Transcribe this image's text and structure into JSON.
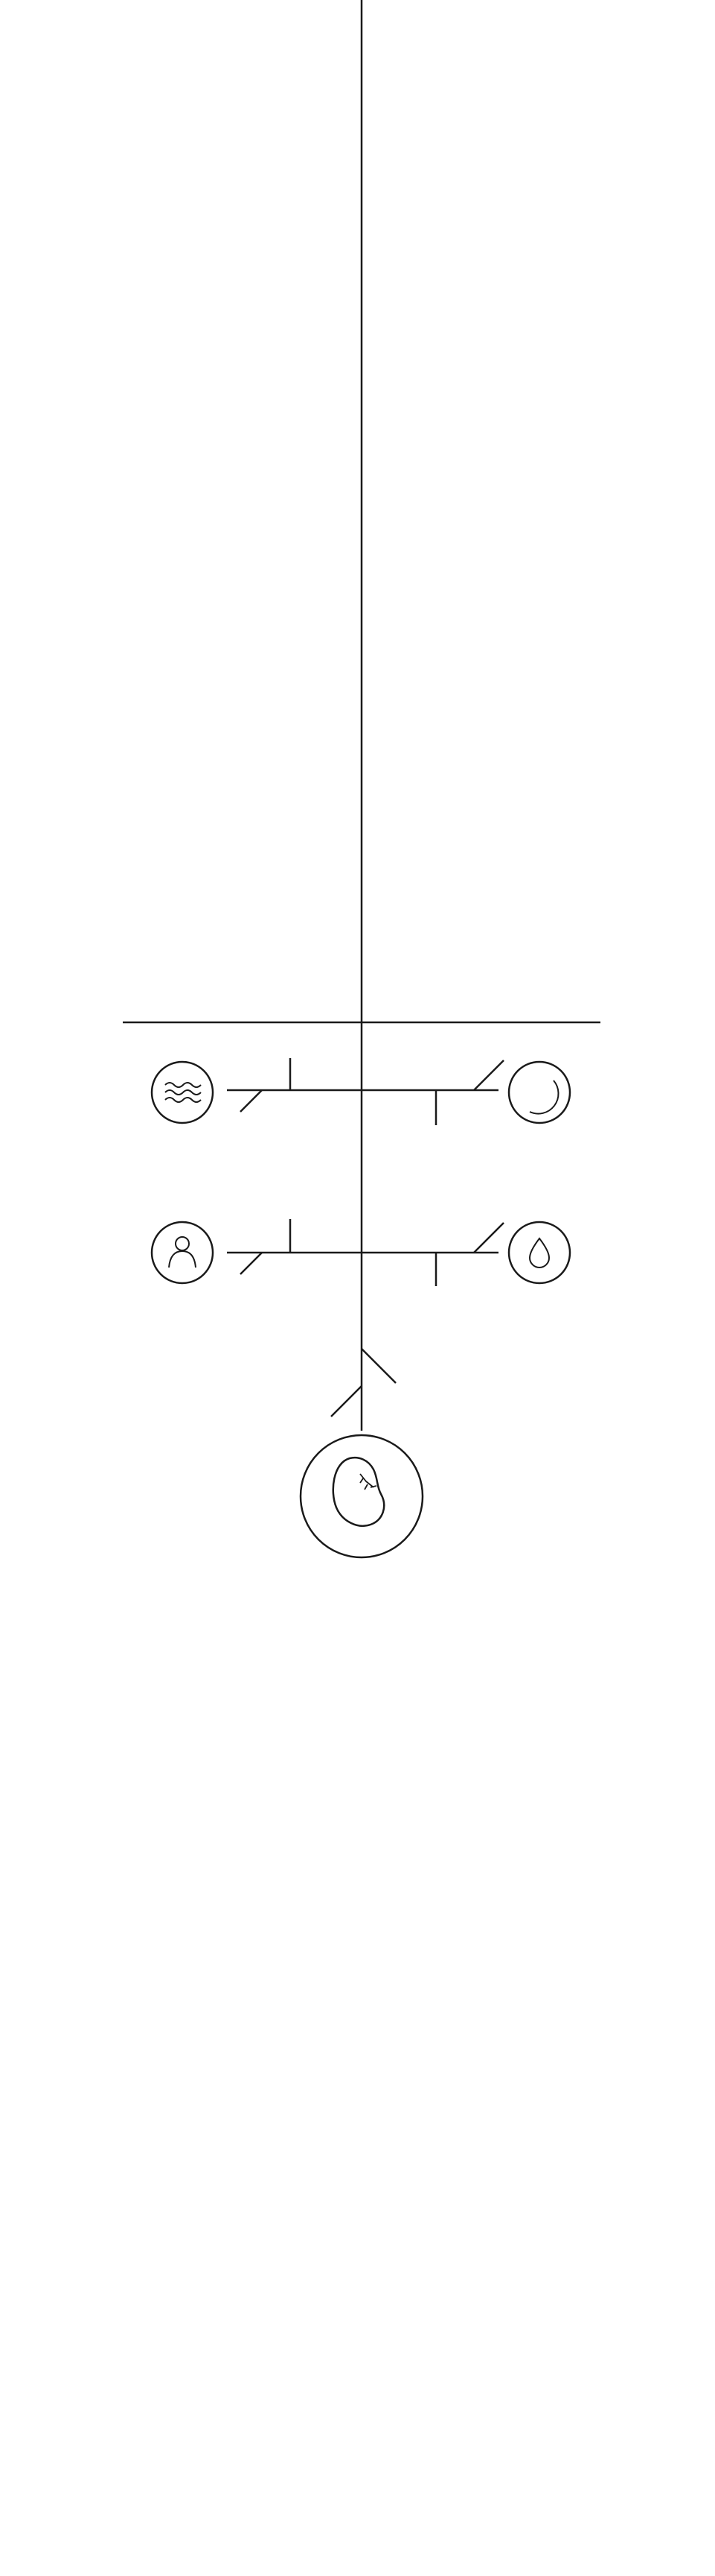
{
  "diagram": {
    "type": "line-diagram",
    "stroke_color": "#1a1a1a",
    "background_color": "#ffffff",
    "nodes": [
      {
        "id": "water",
        "icon": "water-waves-icon"
      },
      {
        "id": "bubble",
        "icon": "bubble-circle-icon"
      },
      {
        "id": "person",
        "icon": "person-icon"
      },
      {
        "id": "drop",
        "icon": "water-drop-icon"
      },
      {
        "id": "seed",
        "icon": "sprouting-bean-icon"
      }
    ]
  }
}
